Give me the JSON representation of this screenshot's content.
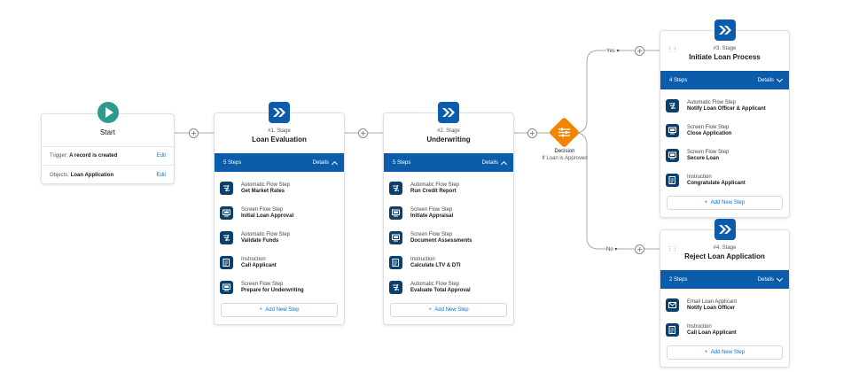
{
  "start": {
    "title": "Start",
    "trigger_label": "Trigger:",
    "trigger_value": "A record is created",
    "trigger_edit": "Edit",
    "objects_label": "Objects:",
    "objects_value": "Loan Application",
    "objects_edit": "Edit"
  },
  "stages": [
    {
      "number": "#1. Stage",
      "name": "Loan Evaluation",
      "steps_count": "5 Steps",
      "details": "Details",
      "add_step": "Add New Step",
      "steps": [
        {
          "type": "Automatic Flow Step",
          "name": "Get Market Rates",
          "icon": "automatic-flow-icon"
        },
        {
          "type": "Screen Flow Step",
          "name": "Initial Loan Approval",
          "icon": "screen-flow-icon"
        },
        {
          "type": "Automatic Flow Step",
          "name": "Validate Funds",
          "icon": "automatic-flow-icon"
        },
        {
          "type": "Instruction",
          "name": "Call Applicant",
          "icon": "instruction-icon"
        },
        {
          "type": "Screen Flow Step",
          "name": "Prepare for Underwriting",
          "icon": "screen-flow-icon"
        }
      ]
    },
    {
      "number": "#2. Stage",
      "name": "Underwriting",
      "steps_count": "5 Steps",
      "details": "Details",
      "add_step": "Add New Step",
      "steps": [
        {
          "type": "Automatic Flow Step",
          "name": "Run Credit Report",
          "icon": "automatic-flow-icon"
        },
        {
          "type": "Screen Flow Step",
          "name": "Initiate Appraisal",
          "icon": "screen-flow-icon"
        },
        {
          "type": "Screen Flow Step",
          "name": "Document Assessments",
          "icon": "screen-flow-icon"
        },
        {
          "type": "Instruction",
          "name": "Calculate LTV & DTI",
          "icon": "instruction-icon"
        },
        {
          "type": "Automatic Flow Step",
          "name": "Evaluate Total Approval",
          "icon": "automatic-flow-icon"
        }
      ]
    },
    {
      "number": "#3. Stage",
      "name": "Initiate Loan Process",
      "steps_count": "4 Steps",
      "details": "Details",
      "add_step": "Add New Step",
      "steps": [
        {
          "type": "Automatic Flow Step",
          "name": "Notify Loan Officer & Applicant",
          "icon": "automatic-flow-icon"
        },
        {
          "type": "Screen Flow Step",
          "name": "Close Application",
          "icon": "screen-flow-icon"
        },
        {
          "type": "Screen Flow Step",
          "name": "Secure Loan",
          "icon": "screen-flow-icon"
        },
        {
          "type": "Instruction",
          "name": "Congratulate Applicant",
          "icon": "instruction-icon"
        }
      ]
    },
    {
      "number": "#4. Stage",
      "name": "Reject Loan Application",
      "steps_count": "2 Steps",
      "details": "Details",
      "add_step": "Add New Step",
      "steps": [
        {
          "type": "Email Loan Applicant",
          "name": "Notify Loan Officer",
          "icon": "email-icon"
        },
        {
          "type": "Instruction",
          "name": "Call Loan Applicant",
          "icon": "instruction-icon"
        }
      ]
    }
  ],
  "decision": {
    "title": "Decision",
    "subtitle": "If Loan is Approved",
    "yes_label": "Yes",
    "no_label": "No"
  },
  "colors": {
    "stage_blue": "#0b5cab",
    "step_icon": "#0b3f6e",
    "start_teal": "#2e9a8e",
    "decision_orange": "#f38303",
    "link_blue": "#0176d3"
  }
}
